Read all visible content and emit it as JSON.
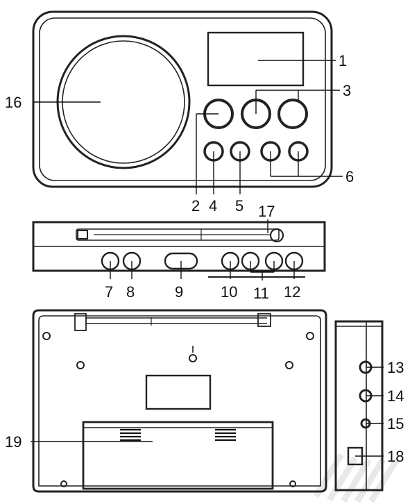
{
  "callouts": {
    "c1": "1",
    "c2": "2",
    "c3": "3",
    "c4": "4",
    "c5": "5",
    "c6": "6",
    "c7": "7",
    "c8": "8",
    "c9": "9",
    "c10": "10",
    "c11": "11",
    "c12": "12",
    "c13": "13",
    "c14": "14",
    "c15": "15",
    "c16": "16",
    "c17": "17",
    "c18": "18",
    "c19": "19"
  },
  "colors": {
    "line": "#222222",
    "watermark": "#e9e9e9"
  }
}
